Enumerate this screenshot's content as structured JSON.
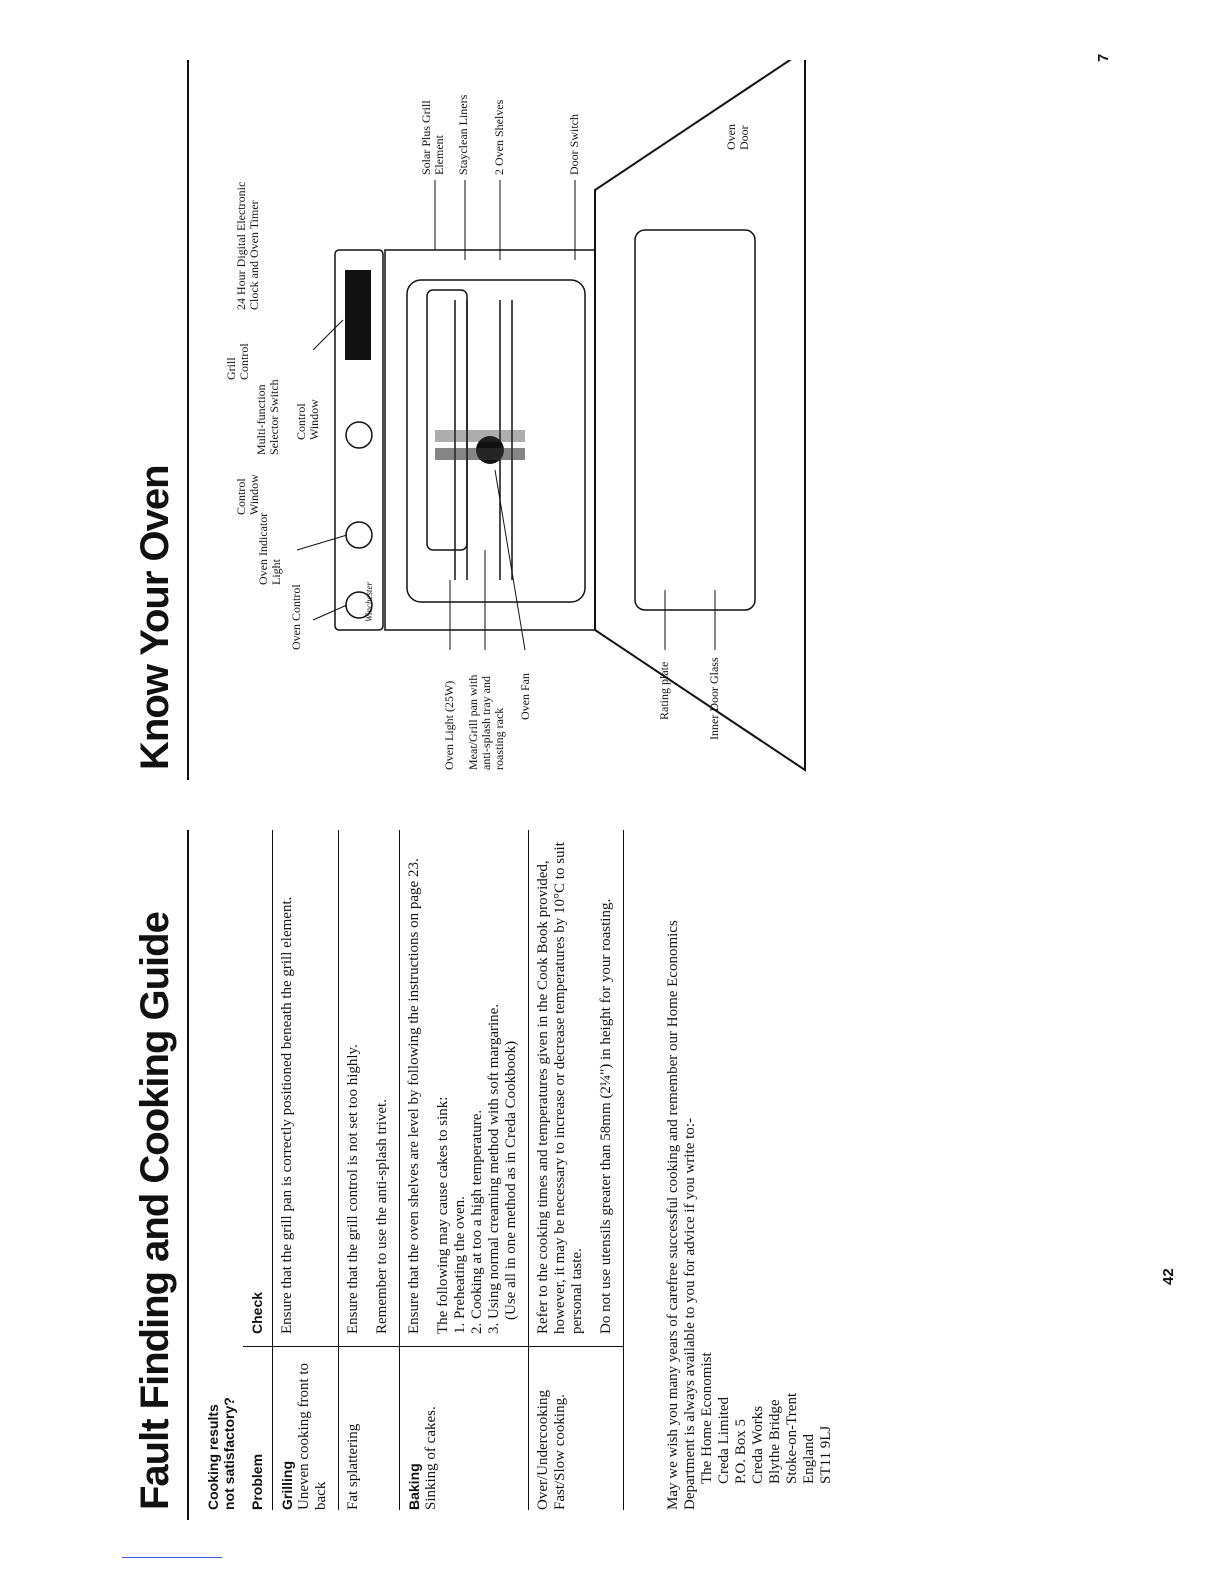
{
  "page_left": {
    "page_number": "42",
    "title": "Fault Finding  and Cooking Guide",
    "subheading": "Cooking results not satisfactory?",
    "table": {
      "headers": [
        "Problem",
        "Check"
      ],
      "rows": [
        {
          "group": "Grilling",
          "problem": "Uneven cooking front to back",
          "check": "Ensure that the grill pan is correctly positioned beneath the grill element."
        },
        {
          "group": "",
          "problem": "Fat splattering",
          "check": "Ensure that the grill control is not set too highly.",
          "check2": "Remember to use the anti-splash trivet."
        },
        {
          "group": "Baking",
          "problem": "Sinking of cakes.",
          "check": "Ensure that the oven shelves are level by following the instructions on page 23.",
          "intro": "The following may cause cakes to sink:",
          "items": [
            "1. Preheating the oven.",
            "2. Cooking at too a high temperature.",
            "3. Using normal creaming method with soft margarine."
          ],
          "note": "(Use all in one method as in Creda Cookbook)"
        },
        {
          "group": "",
          "problem": "Over/Undercooking Fast/Slow cooking.",
          "check": "Refer to the cooking times and temperatures given in the Cook Book provided, however, it may be necessary to increase or decrease temperatures by 10°C to suit personal taste.",
          "check2": "Do not use utensils greater than 58mm (2¼\") in height for your roasting."
        }
      ]
    },
    "closing": "May we wish you many years of carefree successful cooking and remember our Home Economics Department is always available to you for advice if you write to:-",
    "address": [
      "The Home Economist",
      "Creda Limited",
      "P.O. Box 5",
      "Creda Works",
      "Blythe Bridge",
      "Stoke-on-Trent",
      "England",
      "ST11 9LJ"
    ]
  },
  "page_right": {
    "page_number": "7",
    "title": "Know Your Oven",
    "diagram": {
      "panel_brand": "Winchester",
      "labels": {
        "oven_control": "Oven Control",
        "oven_indicator_light": "Oven Indicator Light",
        "control_window_1": "Control Window",
        "multi_function_selector": "Multi-function Selector Switch",
        "control_window_2": "Control Window",
        "grill_control": "Grill Control",
        "clock": "24 Hour Digital Electronic Clock and Oven Timer",
        "solar_plus": "Solar Plus Grill Element",
        "stayclean": "Stayclean Liners",
        "shelves": "2 Oven Shelves",
        "door_switch": "Door Switch",
        "oven_door": "Oven Door",
        "oven_light": "Oven Light (25W)",
        "meat_grill_pan": "Meat/Grill pan with anti-splash tray and roasting rack",
        "oven_fan": "Oven Fan",
        "rating_plate": "Rating plate",
        "inner_door_glass": "Inner Door Glass"
      }
    }
  }
}
